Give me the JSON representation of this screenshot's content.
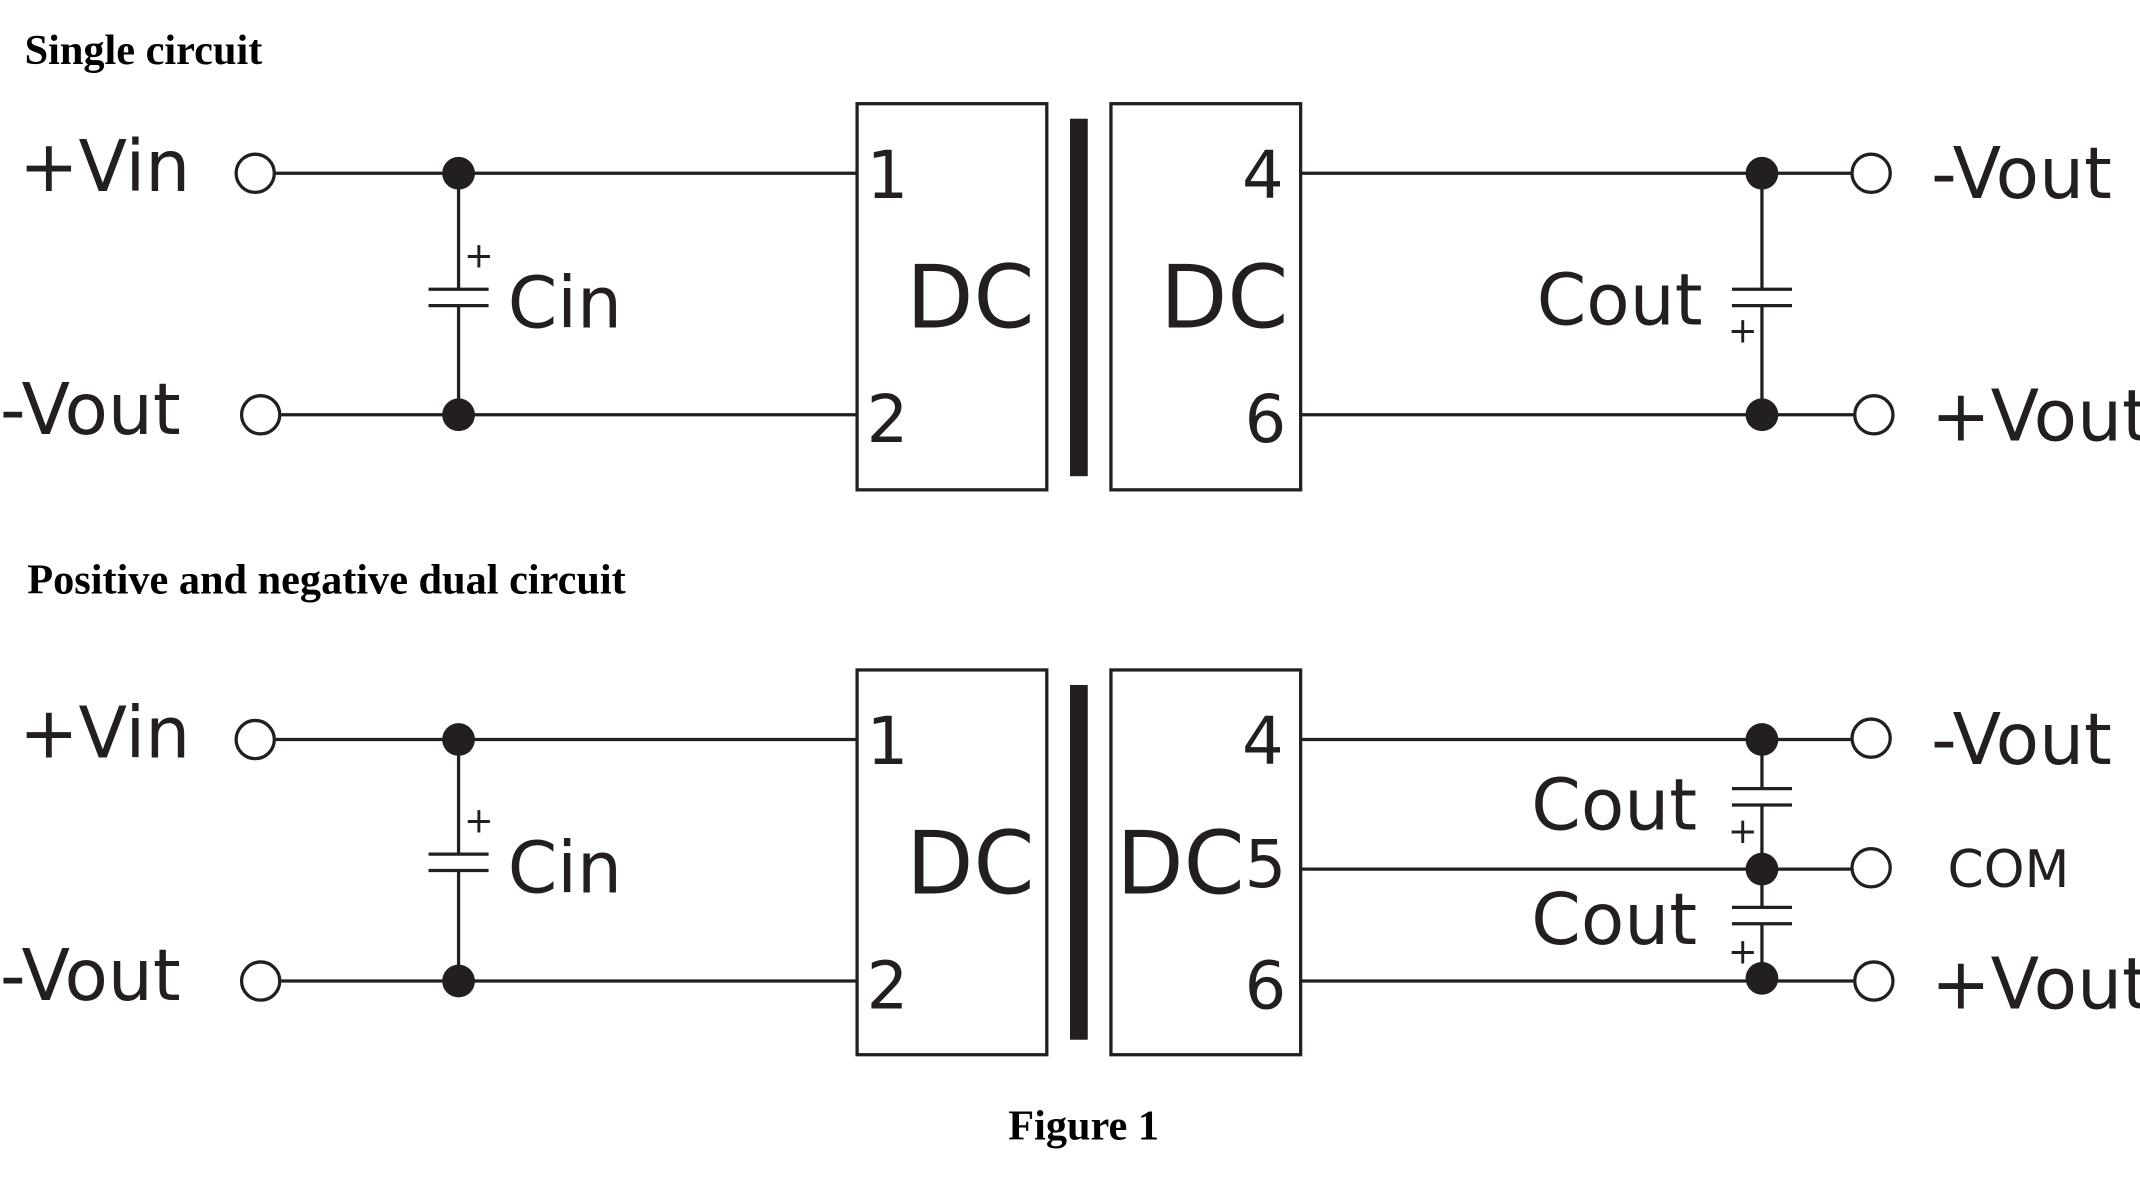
{
  "diagram": {
    "single": {
      "title": "Single circuit",
      "in_pos_label": "+Vin",
      "in_neg_label": "-Vout",
      "cin_label": "Cin",
      "primary_pin_top": "1",
      "primary_pin_bottom": "2",
      "primary_label": "DC",
      "secondary_label": "DC",
      "secondary_pin_top": "4",
      "secondary_pin_bottom": "6",
      "cout_label": "Cout",
      "out_top_label": "-Vout",
      "out_bottom_label": "+Vout",
      "plus_sign": "+"
    },
    "dual": {
      "title": "Positive and negative dual circuit",
      "in_pos_label": "+Vin",
      "in_neg_label": "-Vout",
      "cin_label": "Cin",
      "primary_pin_top": "1",
      "primary_pin_bottom": "2",
      "primary_label": "DC",
      "secondary_label": "DC",
      "secondary_pin_top": "4",
      "secondary_pin_middle": "5",
      "secondary_pin_bottom": "6",
      "cout_upper_label": "Cout",
      "cout_lower_label": "Cout",
      "out_top_label": "-Vout",
      "out_com_label": "COM",
      "out_bottom_label": "+Vout",
      "plus_sign": "+"
    },
    "figure_caption": "Figure 1"
  }
}
